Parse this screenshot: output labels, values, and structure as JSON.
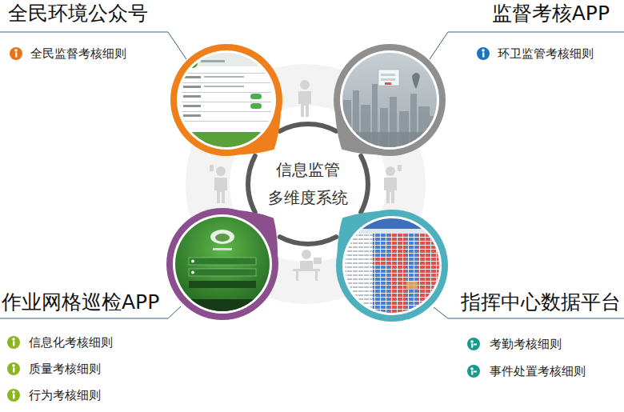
{
  "diagram": {
    "nodes": [
      {
        "text": [
          "全民环境公众号",
          "全民监督考核细则"
        ]
      },
      {
        "text": [
          "监督考核APP",
          "环卫监管考核细则"
        ]
      },
      {
        "text": [
          "信息监管 多维度系统"
        ]
      },
      {
        "text": [
          "作业网格巡检APP",
          "信息化考核细则",
          "质量考核细则",
          "行为考核细则"
        ]
      },
      {
        "text": [
          "指挥中心数据平台",
          "考勤考核细则",
          "事件处置考核细则"
        ]
      }
    ]
  }
}
